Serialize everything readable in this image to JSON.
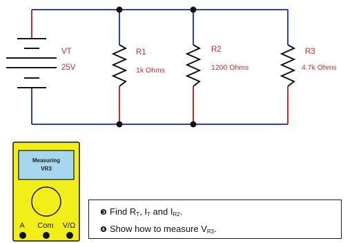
{
  "source": {
    "name": "VT",
    "value": "25V"
  },
  "resistors": [
    {
      "name": "R1",
      "value": "1k Ohms"
    },
    {
      "name": "R2",
      "value": "1200 Ohms"
    },
    {
      "name": "R3",
      "value": "4.7k Ohms"
    }
  ],
  "meter": {
    "display_line1": "Measuring",
    "display_line2": "VR3",
    "jacks": [
      "A",
      "Com",
      "V/Ω"
    ]
  },
  "tasks": [
    {
      "bullet": "❸",
      "prefix": "Find R",
      "s1": "T",
      "mid1": ", I",
      "s2": "T",
      "mid2": " and I",
      "s3": "R2",
      "suffix": "."
    },
    {
      "bullet": "❹",
      "prefix": "Show how to measure V",
      "s1": "R3",
      "suffix": "."
    }
  ],
  "colors": {
    "wire_blue": "#2a3bd1",
    "wire_red": "#cc2a2a",
    "label_red": "#cc2a2a",
    "meter_yellow": "#f2ee1a",
    "meter_screen": "#a8d6ee"
  }
}
